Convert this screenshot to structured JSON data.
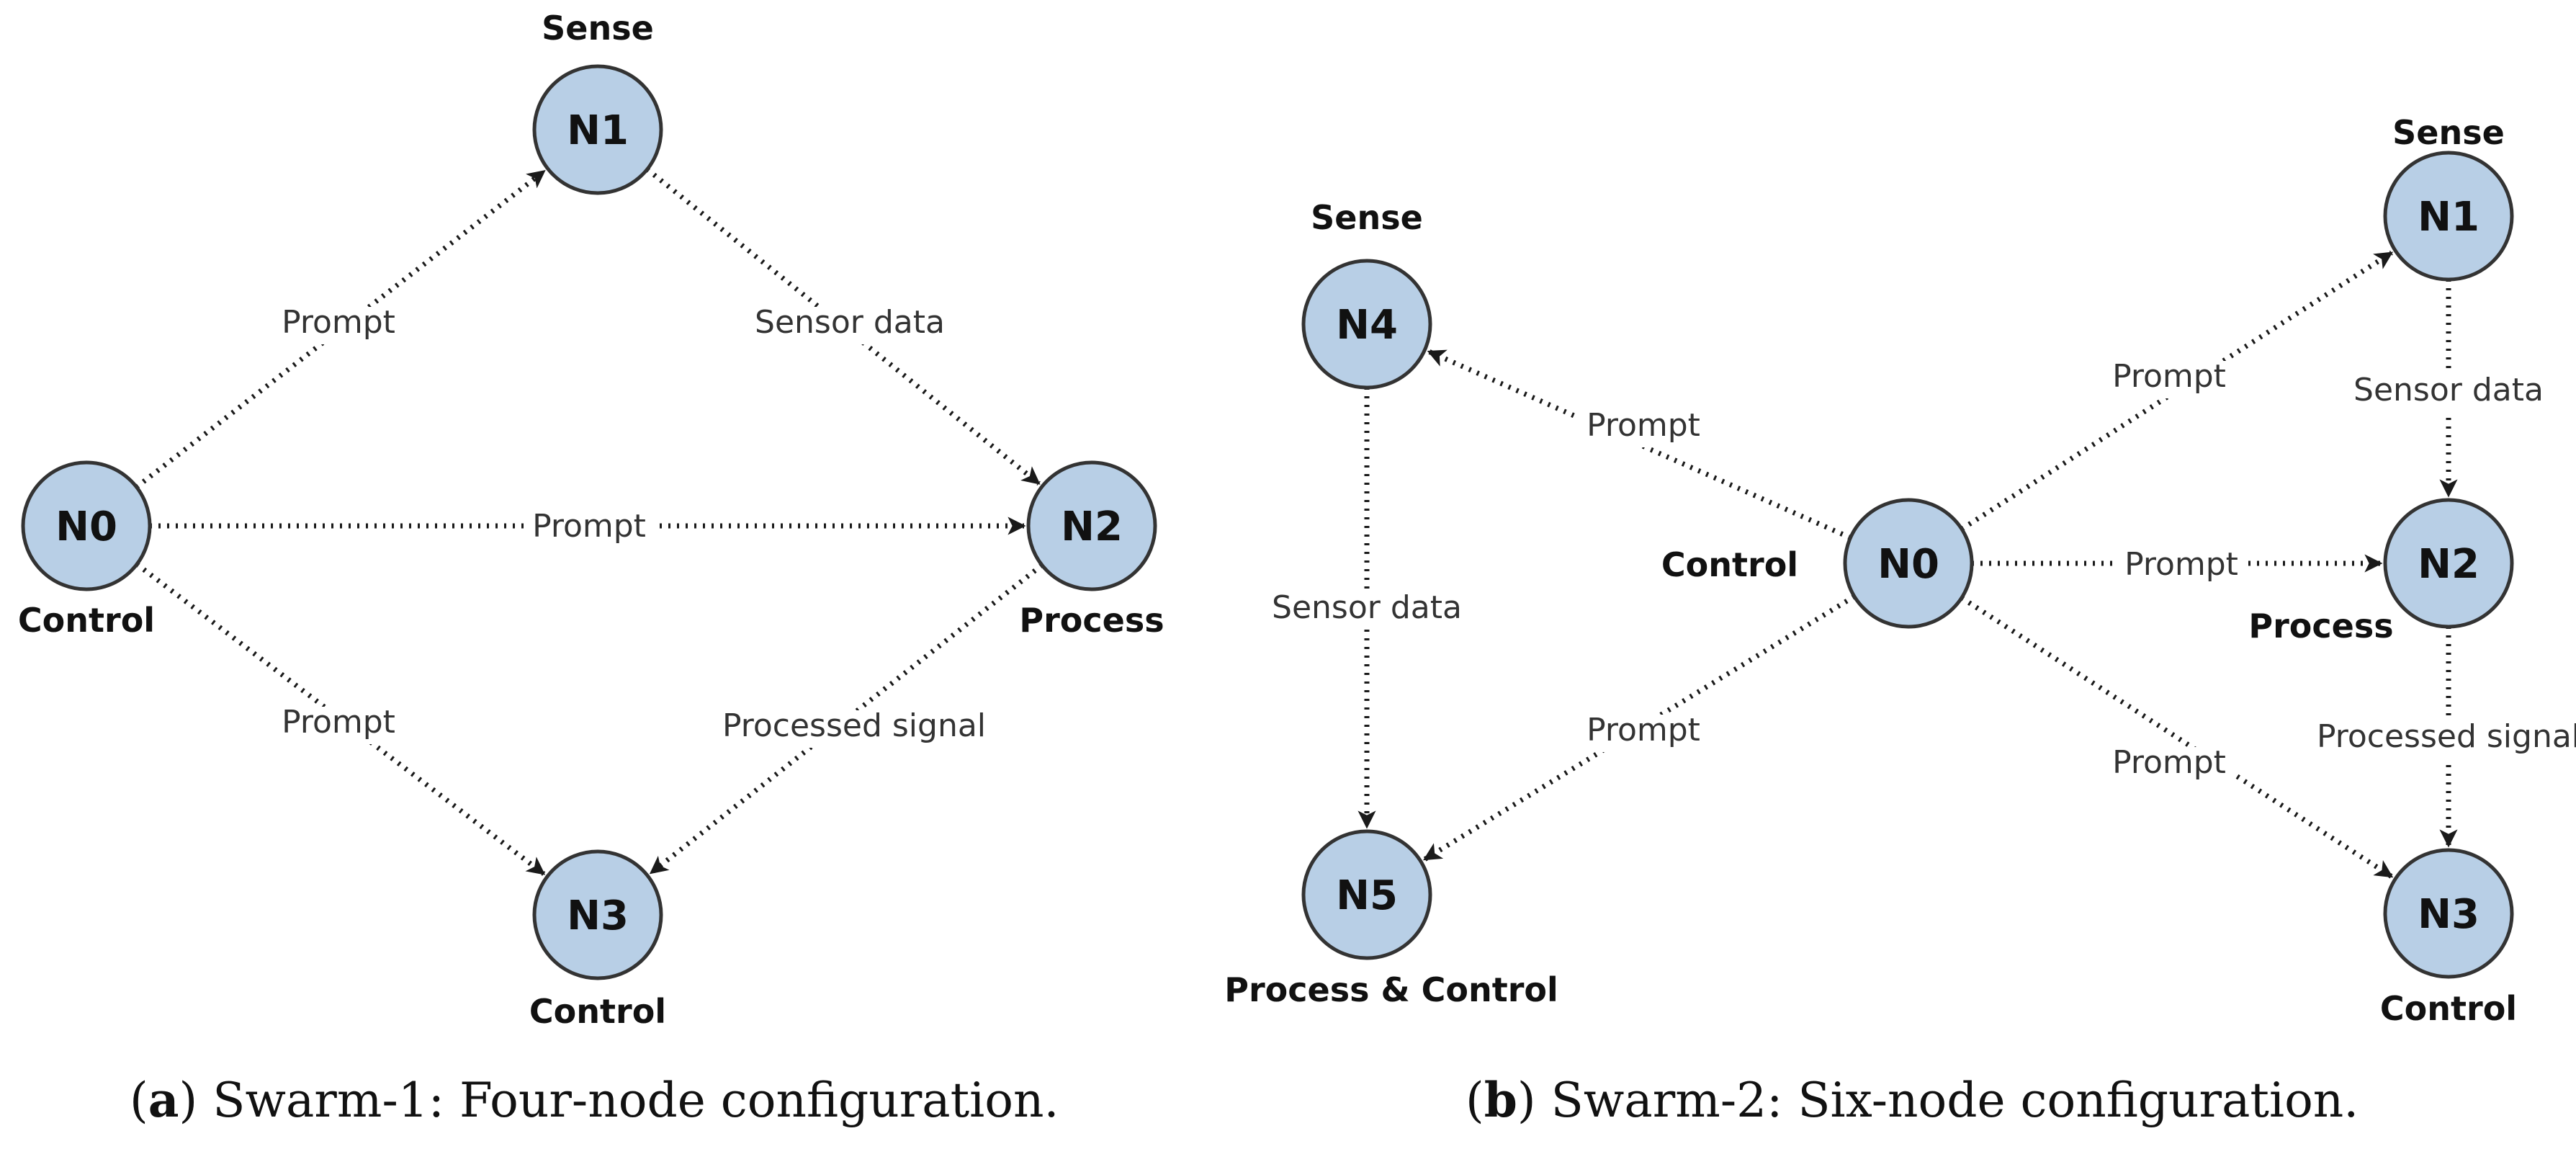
{
  "colors": {
    "node_fill": "#b8cfe6",
    "node_stroke": "#333333",
    "edge": "#1a1a1a",
    "text": "#111111"
  },
  "panel_a": {
    "caption": {
      "letter": "a",
      "text": "Swarm-1: Four-node configuration."
    },
    "nodes": [
      {
        "id": "N0",
        "role": "Control"
      },
      {
        "id": "N1",
        "role": "Sense"
      },
      {
        "id": "N2",
        "role": "Process"
      },
      {
        "id": "N3",
        "role": "Control"
      }
    ],
    "edges": [
      {
        "from": "N0",
        "to": "N1",
        "label": "Prompt"
      },
      {
        "from": "N1",
        "to": "N2",
        "label": "Sensor data"
      },
      {
        "from": "N0",
        "to": "N2",
        "label": "Prompt"
      },
      {
        "from": "N0",
        "to": "N3",
        "label": "Prompt"
      },
      {
        "from": "N2",
        "to": "N3",
        "label": "Processed signal"
      }
    ]
  },
  "panel_b": {
    "caption": {
      "letter": "b",
      "text": "Swarm-2: Six-node configuration."
    },
    "nodes": [
      {
        "id": "N0",
        "role": "Control"
      },
      {
        "id": "N1",
        "role": "Sense"
      },
      {
        "id": "N2",
        "role": "Process"
      },
      {
        "id": "N3",
        "role": "Control"
      },
      {
        "id": "N4",
        "role": "Sense"
      },
      {
        "id": "N5",
        "role": "Process & Control"
      }
    ],
    "edges": [
      {
        "from": "N0",
        "to": "N4",
        "label": "Prompt"
      },
      {
        "from": "N0",
        "to": "N1",
        "label": "Prompt"
      },
      {
        "from": "N0",
        "to": "N2",
        "label": "Prompt"
      },
      {
        "from": "N0",
        "to": "N5",
        "label": "Prompt"
      },
      {
        "from": "N0",
        "to": "N3",
        "label": "Prompt"
      },
      {
        "from": "N4",
        "to": "N5",
        "label": "Sensor data"
      },
      {
        "from": "N1",
        "to": "N2",
        "label": "Sensor data"
      },
      {
        "from": "N2",
        "to": "N3",
        "label": "Processed signal"
      }
    ]
  }
}
